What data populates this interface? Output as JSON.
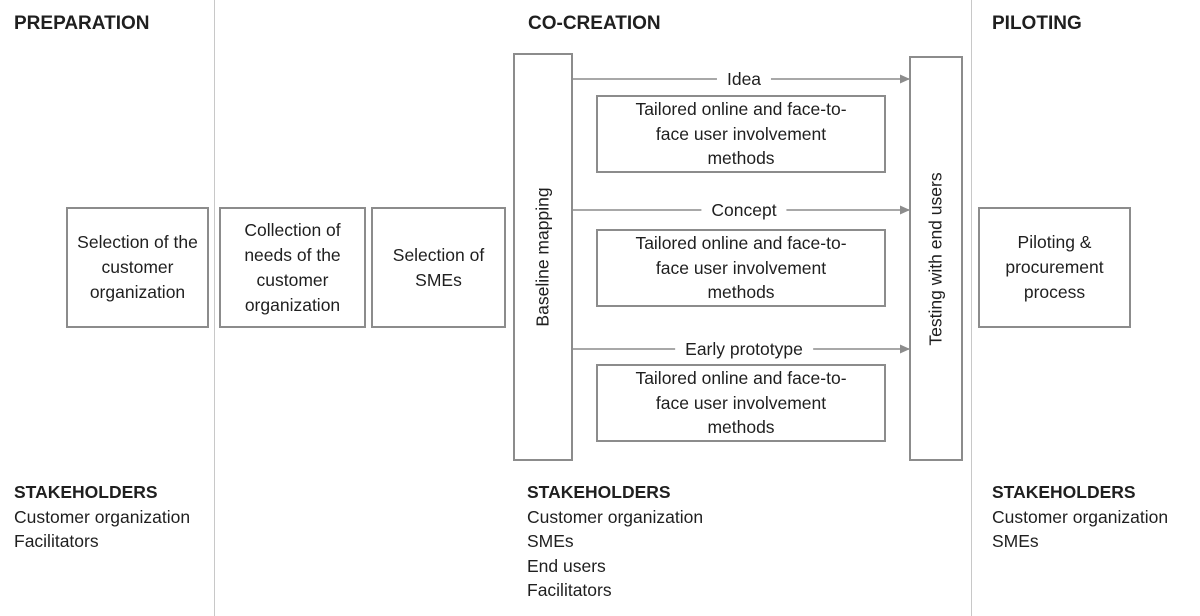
{
  "phases": {
    "preparation": {
      "title": "PREPARATION",
      "boxes": [
        "Selection of the customer organization"
      ],
      "stakeholders_title": "STAKEHOLDERS",
      "stakeholders": [
        "Customer organization",
        "Facilitators"
      ]
    },
    "co_creation": {
      "title": "CO-CREATION",
      "boxes": [
        "Collection of needs of the customer organization",
        "Selection of SMEs"
      ],
      "baseline": "Baseline mapping",
      "testing": "Testing with end users",
      "stages": [
        "Idea",
        "Concept",
        "Early prototype"
      ],
      "method": "Tailored online and face-to-face user involvement methods",
      "stakeholders_title": "STAKEHOLDERS",
      "stakeholders": [
        "Customer organization",
        "SMEs",
        "End users",
        "Facilitators"
      ]
    },
    "piloting": {
      "title": "PILOTING",
      "boxes": [
        "Piloting & procurement process"
      ],
      "stakeholders_title": "STAKEHOLDERS",
      "stakeholders": [
        "Customer organization",
        "SMEs"
      ]
    }
  },
  "colors": {
    "border": "#8c8c8c",
    "arrow": "#8c8c8c",
    "divider": "#c8c8c8",
    "text": "#1f1f1f"
  }
}
